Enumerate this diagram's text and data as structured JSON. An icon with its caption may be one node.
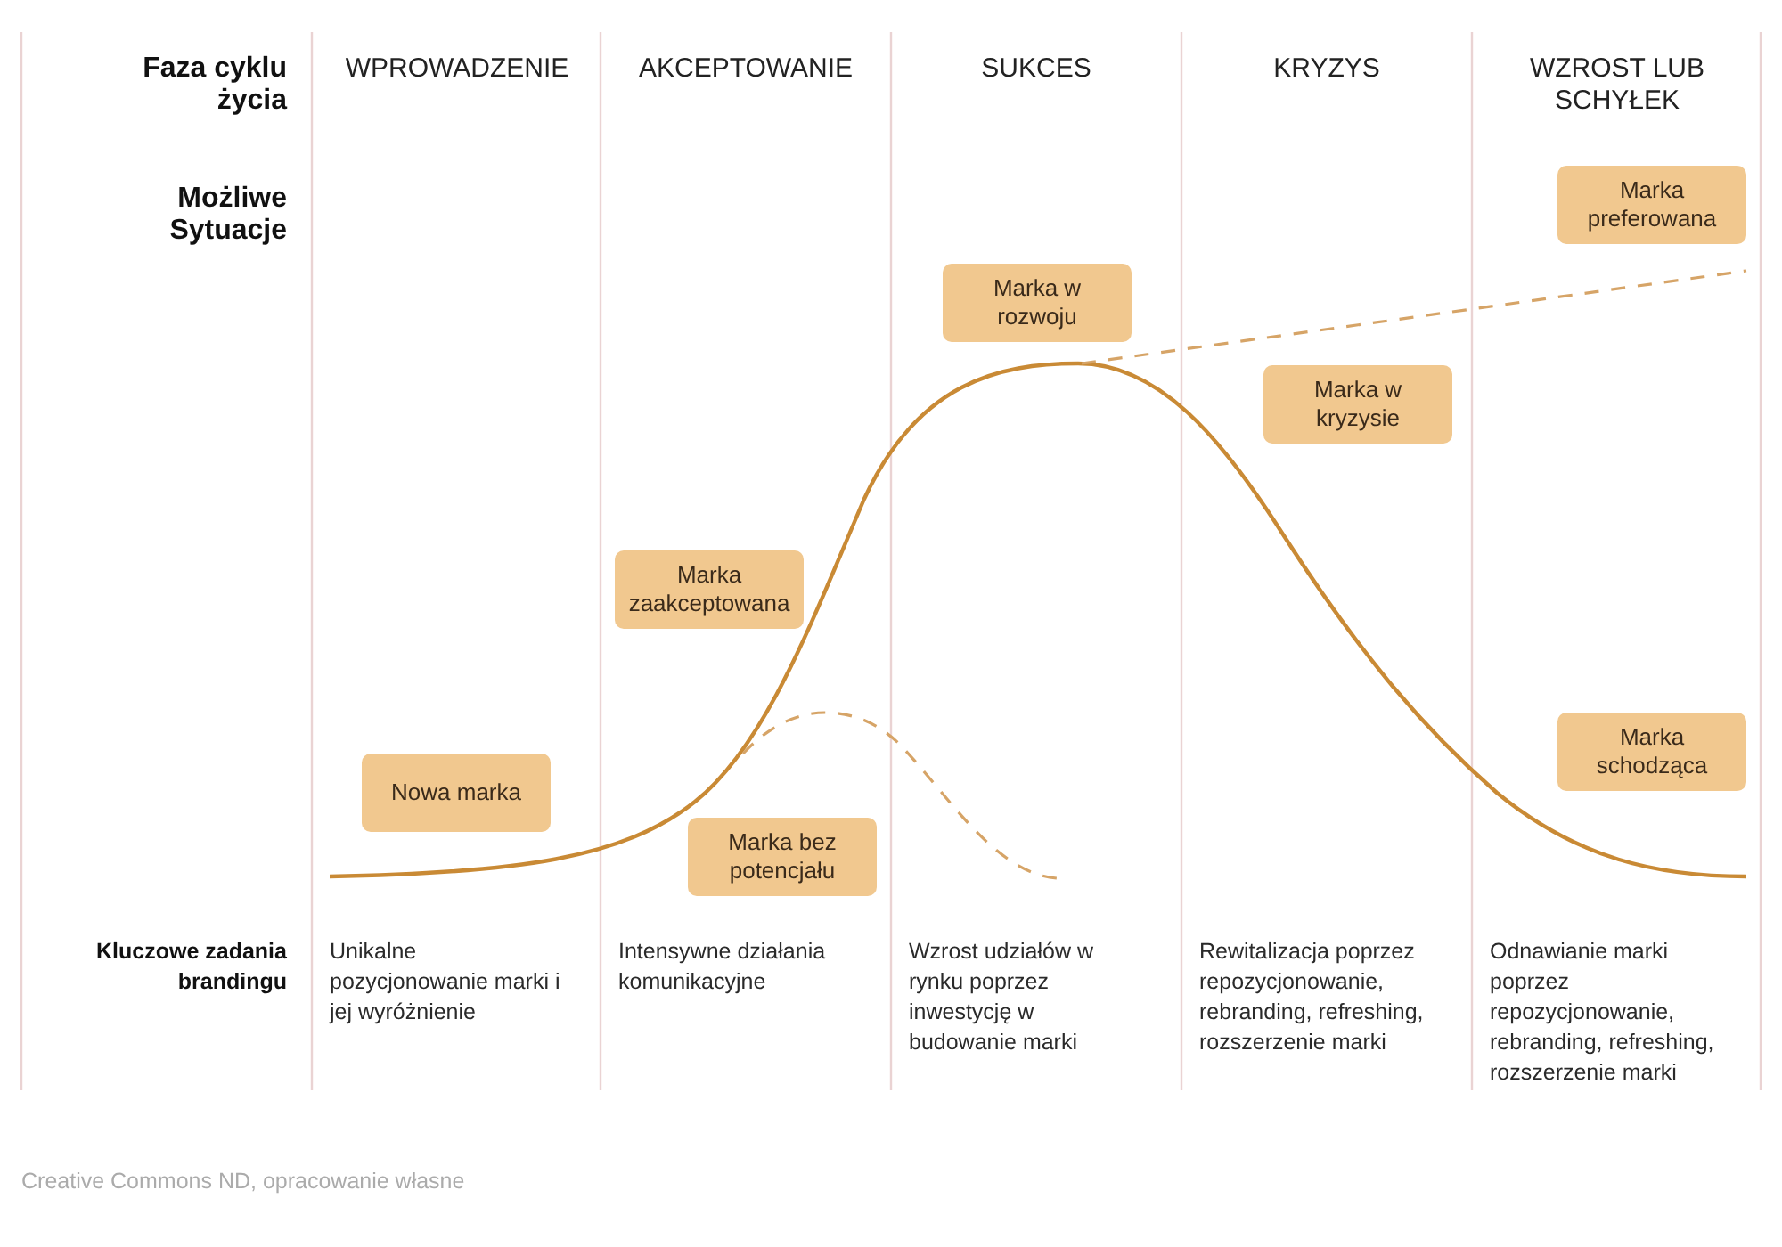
{
  "diagram": {
    "caption": "Creative Commons ND, opracowanie własne",
    "nodes": [
      {
        "text": [
          "Nowa marka"
        ]
      },
      {
        "text": [
          "Marka zaakceptowana"
        ]
      },
      {
        "text": [
          "Marka bez potencjału"
        ]
      },
      {
        "text": [
          "Marka w rozwoju"
        ]
      },
      {
        "text": [
          "Marka w kryzysie"
        ]
      },
      {
        "text": [
          "Marka preferowana"
        ]
      },
      {
        "text": [
          "Marka schodząca"
        ]
      }
    ],
    "labels": [
      "Faza cyklu życia",
      "WPROWADZENIE",
      "AKCEPTOWANIE",
      "SUKCES",
      "KRYZYS",
      "WZROST LUB SCHYŁEK",
      "Możliwe Sytuacje",
      "Kluczowe zadania brandingu",
      "Unikalne pozycjonowanie marki i jej wyróżnienie",
      "Intensywne działania komunikacyjne",
      "Wzrost udziałów w rynku poprzez inwestycję w budowanie marki",
      "Rewitalizacja poprzez repozycjonowanie, rebranding, refreshing, rozszerzenie marki",
      "Odnawianie marki poprzez repozycjonowanie, rebranding, refreshing, rozszerzenie marki"
    ]
  }
}
